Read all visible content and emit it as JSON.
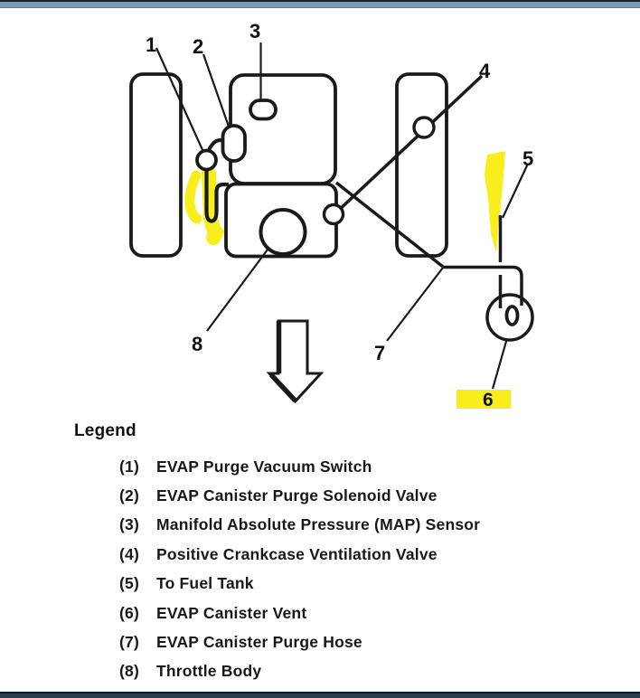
{
  "window": {
    "top_bar_color": "#7e9bba",
    "bottom_bar_color": "#2d3c4e"
  },
  "diagram": {
    "ink_color": "#1a1a1a",
    "highlight_color": "#f7ee1c",
    "callouts": {
      "c1": "1",
      "c2": "2",
      "c3": "3",
      "c4": "4",
      "c5": "5",
      "c6": "6",
      "c7": "7",
      "c8": "8"
    }
  },
  "legend": {
    "title": "Legend",
    "items": [
      {
        "num": "(1)",
        "label": "EVAP Purge Vacuum Switch"
      },
      {
        "num": "(2)",
        "label": "EVAP Canister Purge Solenoid Valve"
      },
      {
        "num": "(3)",
        "label": "Manifold Absolute Pressure (MAP) Sensor"
      },
      {
        "num": "(4)",
        "label": "Positive Crankcase Ventilation Valve"
      },
      {
        "num": "(5)",
        "label": "To Fuel Tank"
      },
      {
        "num": "(6)",
        "label": "EVAP Canister Vent"
      },
      {
        "num": "(7)",
        "label": "EVAP Canister Purge Hose"
      },
      {
        "num": "(8)",
        "label": "Throttle Body"
      }
    ]
  }
}
